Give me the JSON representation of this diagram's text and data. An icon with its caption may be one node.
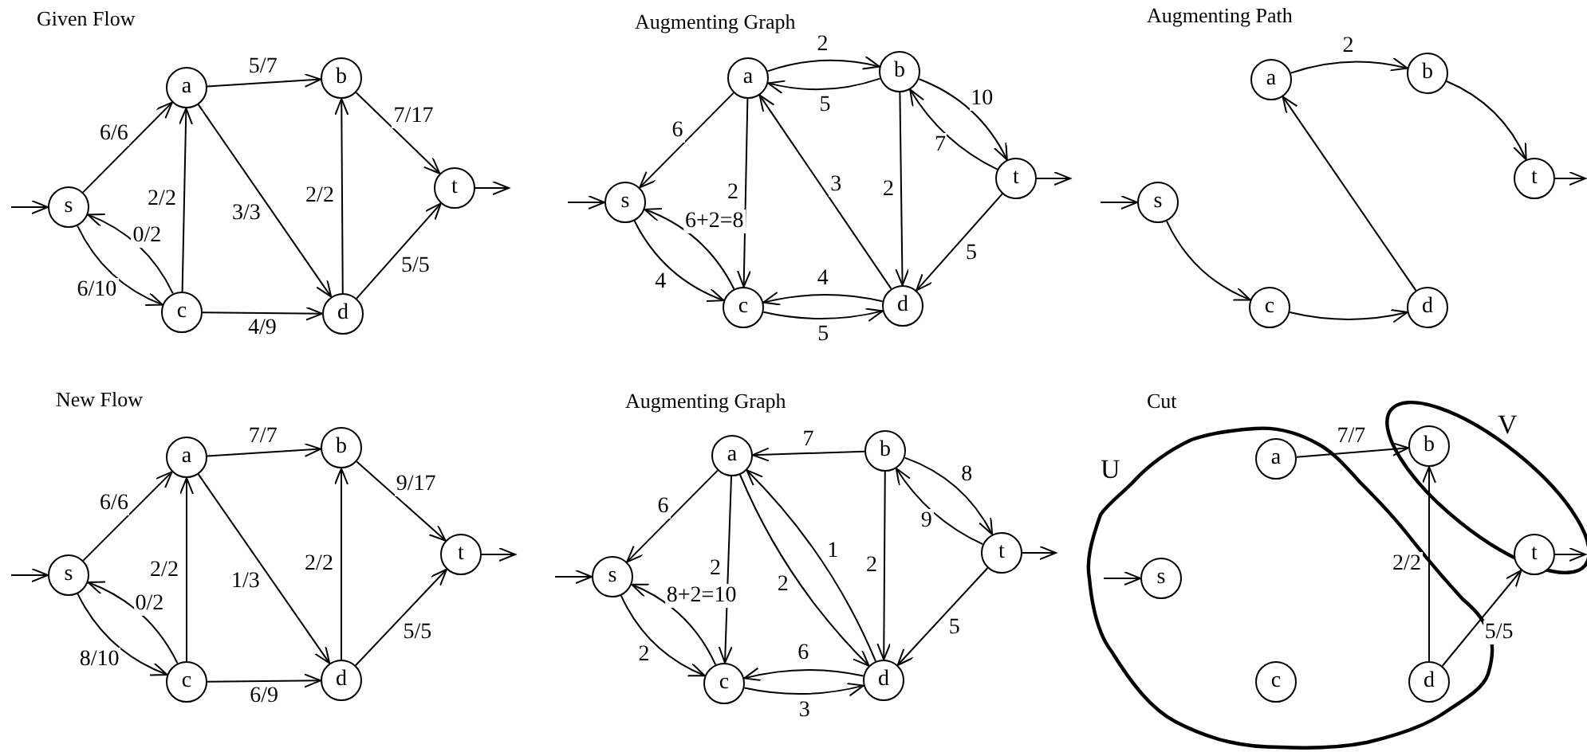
{
  "diagram": {
    "nodes": [
      {
        "text": [
          "s"
        ]
      },
      {
        "text": [
          "a"
        ]
      },
      {
        "text": [
          "b"
        ]
      },
      {
        "text": [
          "t"
        ]
      },
      {
        "text": [
          "c"
        ]
      },
      {
        "text": [
          "d"
        ]
      },
      {
        "text": [
          "s"
        ]
      },
      {
        "text": [
          "a"
        ]
      },
      {
        "text": [
          "b"
        ]
      },
      {
        "text": [
          "t"
        ]
      },
      {
        "text": [
          "c"
        ]
      },
      {
        "text": [
          "d"
        ]
      },
      {
        "text": [
          "s"
        ]
      },
      {
        "text": [
          "a"
        ]
      },
      {
        "text": [
          "b"
        ]
      },
      {
        "text": [
          "t"
        ]
      },
      {
        "text": [
          "c"
        ]
      },
      {
        "text": [
          "d"
        ]
      },
      {
        "text": [
          "s"
        ]
      },
      {
        "text": [
          "a"
        ]
      },
      {
        "text": [
          "b"
        ]
      },
      {
        "text": [
          "t"
        ]
      },
      {
        "text": [
          "c"
        ]
      },
      {
        "text": [
          "d"
        ]
      },
      {
        "text": [
          "s"
        ]
      },
      {
        "text": [
          "a"
        ]
      },
      {
        "text": [
          "b"
        ]
      },
      {
        "text": [
          "t"
        ]
      },
      {
        "text": [
          "c"
        ]
      },
      {
        "text": [
          "d"
        ]
      },
      {
        "text": [
          "U"
        ]
      },
      {
        "text": [
          "V"
        ]
      },
      {
        "text": [
          "s"
        ],
        "in": 30
      },
      {
        "text": [
          "a"
        ],
        "in": 30
      },
      {
        "text": [
          "b"
        ],
        "in": 31
      },
      {
        "text": [
          "t"
        ],
        "in": 31
      },
      {
        "text": [
          "c"
        ],
        "in": 30
      },
      {
        "text": [
          "d"
        ],
        "in": 30
      }
    ],
    "edges": [
      {
        "from": null,
        "to": 0,
        "arrow": "to"
      },
      {
        "from": 0,
        "to": 1,
        "arrow": "to",
        "label": "6/6"
      },
      {
        "from": 1,
        "to": 2,
        "arrow": "to",
        "label": "5/7"
      },
      {
        "from": 2,
        "to": 3,
        "arrow": "to",
        "label": "7/17"
      },
      {
        "from": 5,
        "to": 3,
        "arrow": "to",
        "label": "5/5"
      },
      {
        "from": 4,
        "to": 1,
        "arrow": "to",
        "label": "2/2"
      },
      {
        "from": 1,
        "to": 5,
        "arrow": "to",
        "label": "3/3"
      },
      {
        "from": 5,
        "to": 2,
        "arrow": "to",
        "label": "2/2"
      },
      {
        "from": 4,
        "to": 5,
        "arrow": "to",
        "label": "4/9"
      },
      {
        "from": 0,
        "to": 4,
        "arrow": "to",
        "label": "6/10"
      },
      {
        "from": 4,
        "to": 0,
        "arrow": "to",
        "label": "0/2"
      },
      {
        "from": 3,
        "to": null,
        "arrow": "to"
      },
      {
        "from": null,
        "to": 6,
        "arrow": "to"
      },
      {
        "from": 7,
        "to": 8,
        "arrow": "to",
        "label": "2"
      },
      {
        "from": 8,
        "to": 7,
        "arrow": "to",
        "label": "5"
      },
      {
        "from": 8,
        "to": 9,
        "arrow": "to",
        "label": "10"
      },
      {
        "from": 9,
        "to": 8,
        "arrow": "to",
        "label": "7"
      },
      {
        "from": 7,
        "to": 6,
        "arrow": "to",
        "label": "6"
      },
      {
        "from": 7,
        "to": 10,
        "arrow": "to",
        "label": "2"
      },
      {
        "from": 11,
        "to": 7,
        "arrow": "to",
        "label": "3"
      },
      {
        "from": 8,
        "to": 11,
        "arrow": "to",
        "label": "2"
      },
      {
        "from": 9,
        "to": 11,
        "arrow": "to",
        "label": "5"
      },
      {
        "from": 11,
        "to": 10,
        "arrow": "to",
        "label": "4"
      },
      {
        "from": 10,
        "to": 11,
        "arrow": "to",
        "label": "5"
      },
      {
        "from": 6,
        "to": 10,
        "arrow": "to",
        "label": "4"
      },
      {
        "from": 10,
        "to": 6,
        "arrow": "to",
        "label": "6+2=8"
      },
      {
        "from": 9,
        "to": null,
        "arrow": "to"
      },
      {
        "from": null,
        "to": 12,
        "arrow": "to"
      },
      {
        "from": 12,
        "to": 16,
        "arrow": "to"
      },
      {
        "from": 16,
        "to": 17,
        "arrow": "to"
      },
      {
        "from": 17,
        "to": 13,
        "arrow": "to"
      },
      {
        "from": 13,
        "to": 14,
        "arrow": "to",
        "label": "2"
      },
      {
        "from": 14,
        "to": 15,
        "arrow": "to"
      },
      {
        "from": 15,
        "to": null,
        "arrow": "to"
      },
      {
        "from": null,
        "to": 18,
        "arrow": "to"
      },
      {
        "from": 18,
        "to": 19,
        "arrow": "to",
        "label": "6/6"
      },
      {
        "from": 19,
        "to": 20,
        "arrow": "to",
        "label": "7/7"
      },
      {
        "from": 20,
        "to": 21,
        "arrow": "to",
        "label": "9/17"
      },
      {
        "from": 23,
        "to": 21,
        "arrow": "to",
        "label": "5/5"
      },
      {
        "from": 22,
        "to": 19,
        "arrow": "to",
        "label": "2/2"
      },
      {
        "from": 19,
        "to": 23,
        "arrow": "to",
        "label": "1/3"
      },
      {
        "from": 23,
        "to": 20,
        "arrow": "to",
        "label": "2/2"
      },
      {
        "from": 22,
        "to": 23,
        "arrow": "to",
        "label": "6/9"
      },
      {
        "from": 18,
        "to": 22,
        "arrow": "to",
        "label": "8/10"
      },
      {
        "from": 22,
        "to": 18,
        "arrow": "to",
        "label": "0/2"
      },
      {
        "from": 21,
        "to": null,
        "arrow": "to"
      },
      {
        "from": null,
        "to": 24,
        "arrow": "to"
      },
      {
        "from": 26,
        "to": 25,
        "arrow": "to",
        "label": "7"
      },
      {
        "from": 25,
        "to": 24,
        "arrow": "to",
        "label": "6"
      },
      {
        "from": 25,
        "to": 28,
        "arrow": "to",
        "label": "2"
      },
      {
        "from": 25,
        "to": 29,
        "arrow": "to",
        "label": "2"
      },
      {
        "from": 29,
        "to": 25,
        "arrow": "to",
        "label": "1"
      },
      {
        "from": 26,
        "to": 29,
        "arrow": "to",
        "label": "2"
      },
      {
        "from": 26,
        "to": 27,
        "arrow": "to",
        "label": "8"
      },
      {
        "from": 27,
        "to": 26,
        "arrow": "to",
        "label": "9"
      },
      {
        "from": 27,
        "to": 29,
        "arrow": "to",
        "label": "5"
      },
      {
        "from": 29,
        "to": 28,
        "arrow": "to",
        "label": "6"
      },
      {
        "from": 28,
        "to": 29,
        "arrow": "to",
        "label": "3"
      },
      {
        "from": 24,
        "to": 28,
        "arrow": "to",
        "label": "2"
      },
      {
        "from": 28,
        "to": 24,
        "arrow": "to",
        "label": "8+2=10"
      },
      {
        "from": 27,
        "to": null,
        "arrow": "to"
      },
      {
        "from": null,
        "to": 32,
        "arrow": "to"
      },
      {
        "from": 33,
        "to": 34,
        "arrow": "to",
        "label": "7/7"
      },
      {
        "from": 37,
        "to": 34,
        "arrow": "to",
        "label": "2/2"
      },
      {
        "from": 37,
        "to": 35,
        "arrow": "to",
        "label": "5/5"
      },
      {
        "from": 35,
        "to": null,
        "arrow": "to"
      }
    ],
    "labels": [
      "Given Flow",
      "Augmenting Graph",
      "Augmenting Path",
      "New Flow",
      "Augmenting Graph",
      "Cut"
    ]
  }
}
